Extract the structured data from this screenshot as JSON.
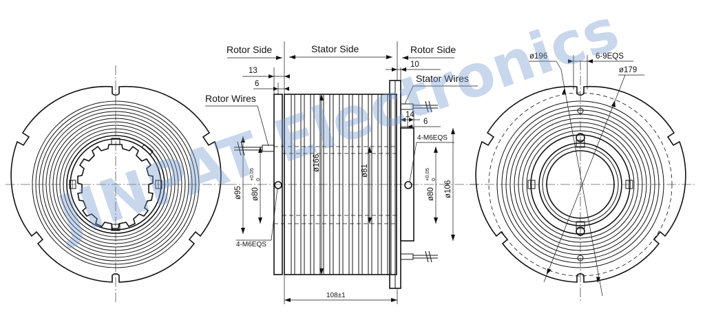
{
  "watermark": "JINPAT Electronics",
  "labels": {
    "rotor_side_left": "Rotor Side",
    "stator_side": "Stator Side",
    "rotor_side_right": "Rotor Side",
    "rotor_wires": "Rotor Wires",
    "stator_wires": "Stator Wires"
  },
  "dimensions": {
    "d13": "13",
    "d6_left": "6",
    "d10": "10",
    "d14": "14",
    "d6_right": "6",
    "m6_top": "4-M6EQS",
    "m6_bottom": "4-M6EQS",
    "dia95": "ø95",
    "dia80_left": "ø80",
    "tol_left_upper": "+0.05",
    "tol_left_lower": "0",
    "dia166": "ø166",
    "dia81": "ø81",
    "dia80_right": "ø80",
    "tol_right_upper": "+0.05",
    "tol_right_lower": "0",
    "dia106": "ø106",
    "length": "108±1",
    "dia196": "ø196",
    "holes": "6-9EQS",
    "dia179": "ø179"
  }
}
